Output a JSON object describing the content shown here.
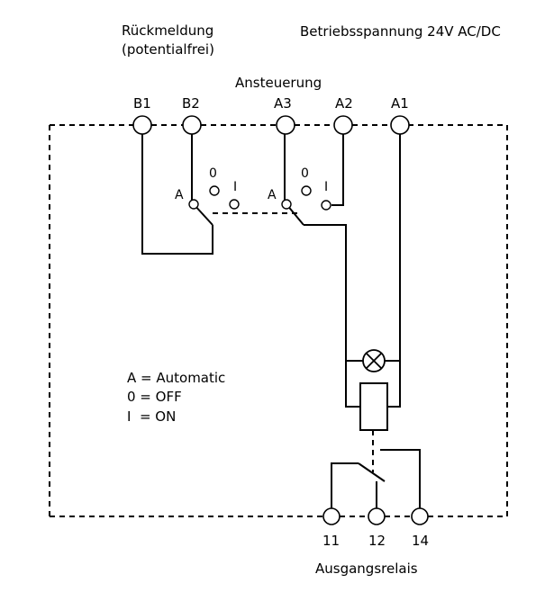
{
  "labels": {
    "feedback_line1": "Rückmeldung",
    "feedback_line2": "(potentialfrei)",
    "supply": "Betriebsspannung 24V AC/DC",
    "control": "Ansteuerung",
    "output_relay": "Ausgangsrelais"
  },
  "terminals": {
    "b1": "B1",
    "b2": "B2",
    "a3": "A3",
    "a2": "A2",
    "a1": "A1",
    "t11": "11",
    "t12": "12",
    "t14": "14"
  },
  "switch_left": {
    "auto": "A",
    "off": "0",
    "on": "I"
  },
  "switch_right": {
    "auto": "A",
    "off": "0",
    "on": "I"
  },
  "legend": {
    "line1": "A = Automatic",
    "line2": "0 = OFF",
    "line3": "I  = ON"
  }
}
